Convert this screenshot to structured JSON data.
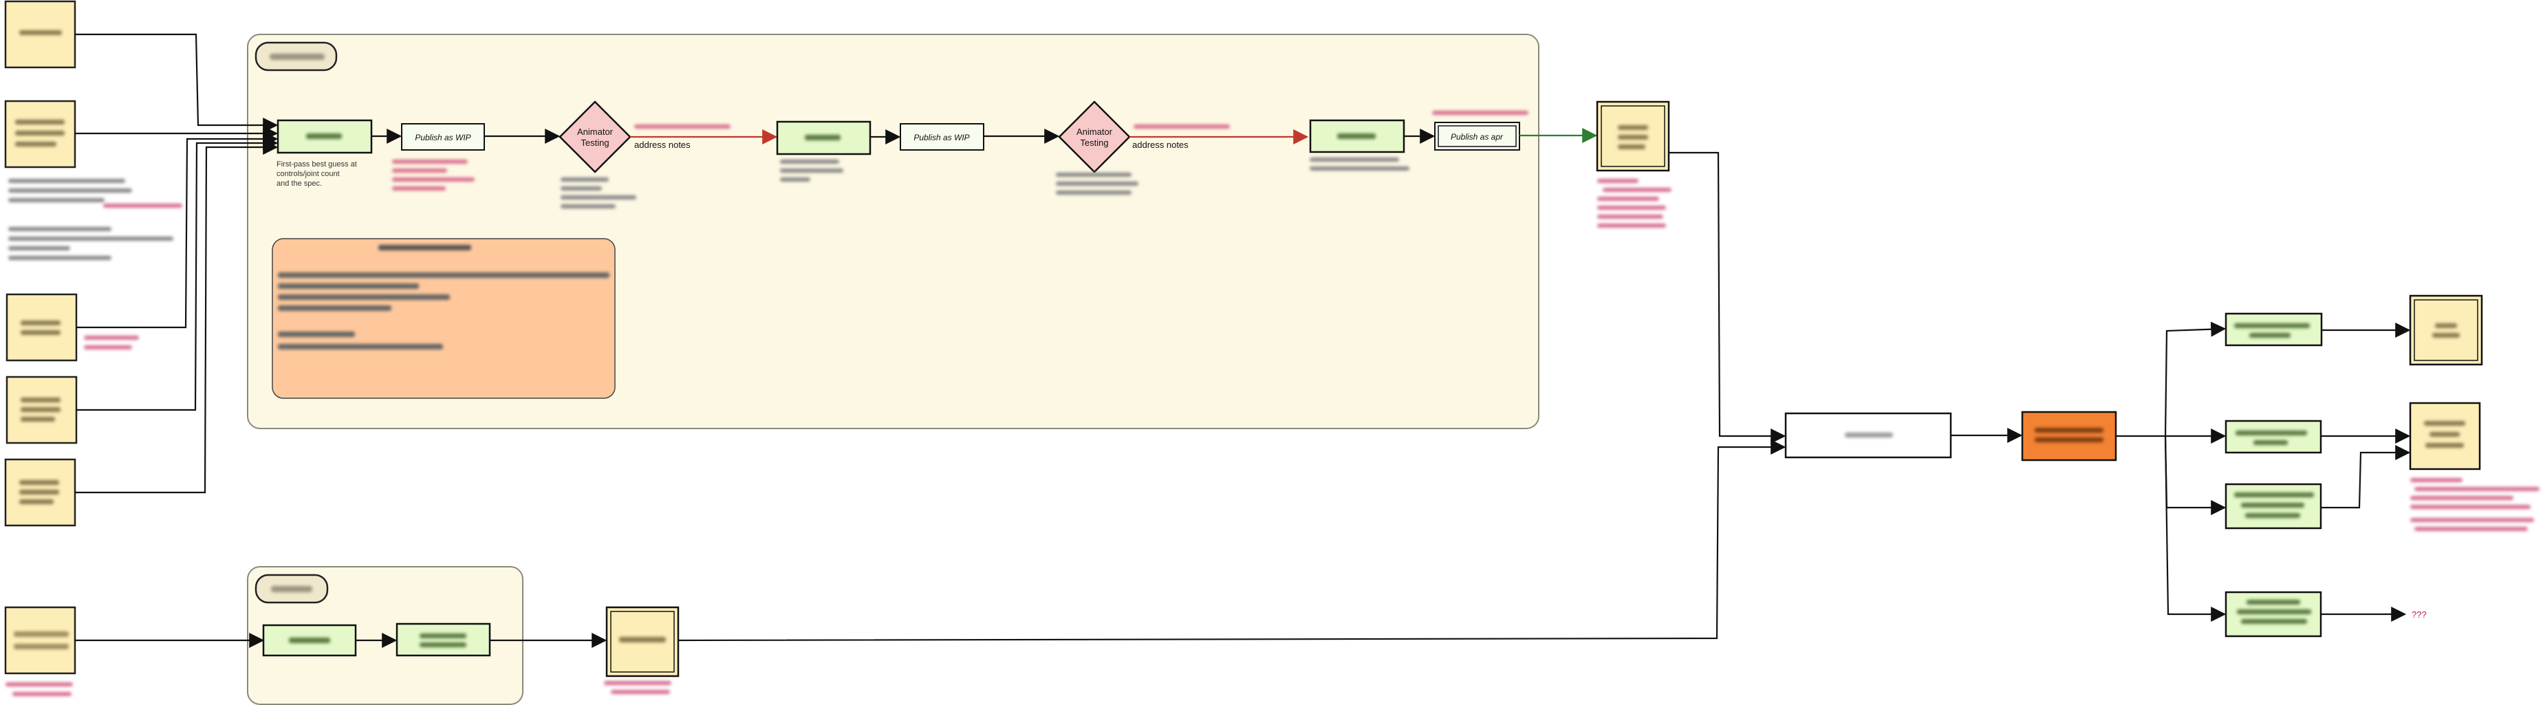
{
  "colors": {
    "group_fill": "#fdf8e4",
    "group_stroke": "#8a8a7a",
    "yellow_box": "#fdeeb8",
    "green_box": "#e4f8c9",
    "diamond": "#f8c9c9",
    "orange_note": "#fec89c",
    "orange_box": "#f48233",
    "red_arrow": "#c0392b",
    "green_arrow": "#2e7d32",
    "annotation": "#c2185b"
  },
  "labels": {
    "publish_wip_1": "Publish as WIP",
    "publish_wip_2": "Publish as WIP",
    "publish_apr": "Publish as apr",
    "animator_testing_1_line1": "Animator",
    "animator_testing_1_line2": "Testing",
    "animator_testing_2_line1": "Animator",
    "animator_testing_2_line2": "Testing",
    "address_notes_1": "address notes",
    "address_notes_2": "address notes",
    "first_pass_line1": "First-pass best guess at",
    "first_pass_line2": "controls/joint count",
    "first_pass_line3": "and the spec.",
    "final_note": "???"
  }
}
